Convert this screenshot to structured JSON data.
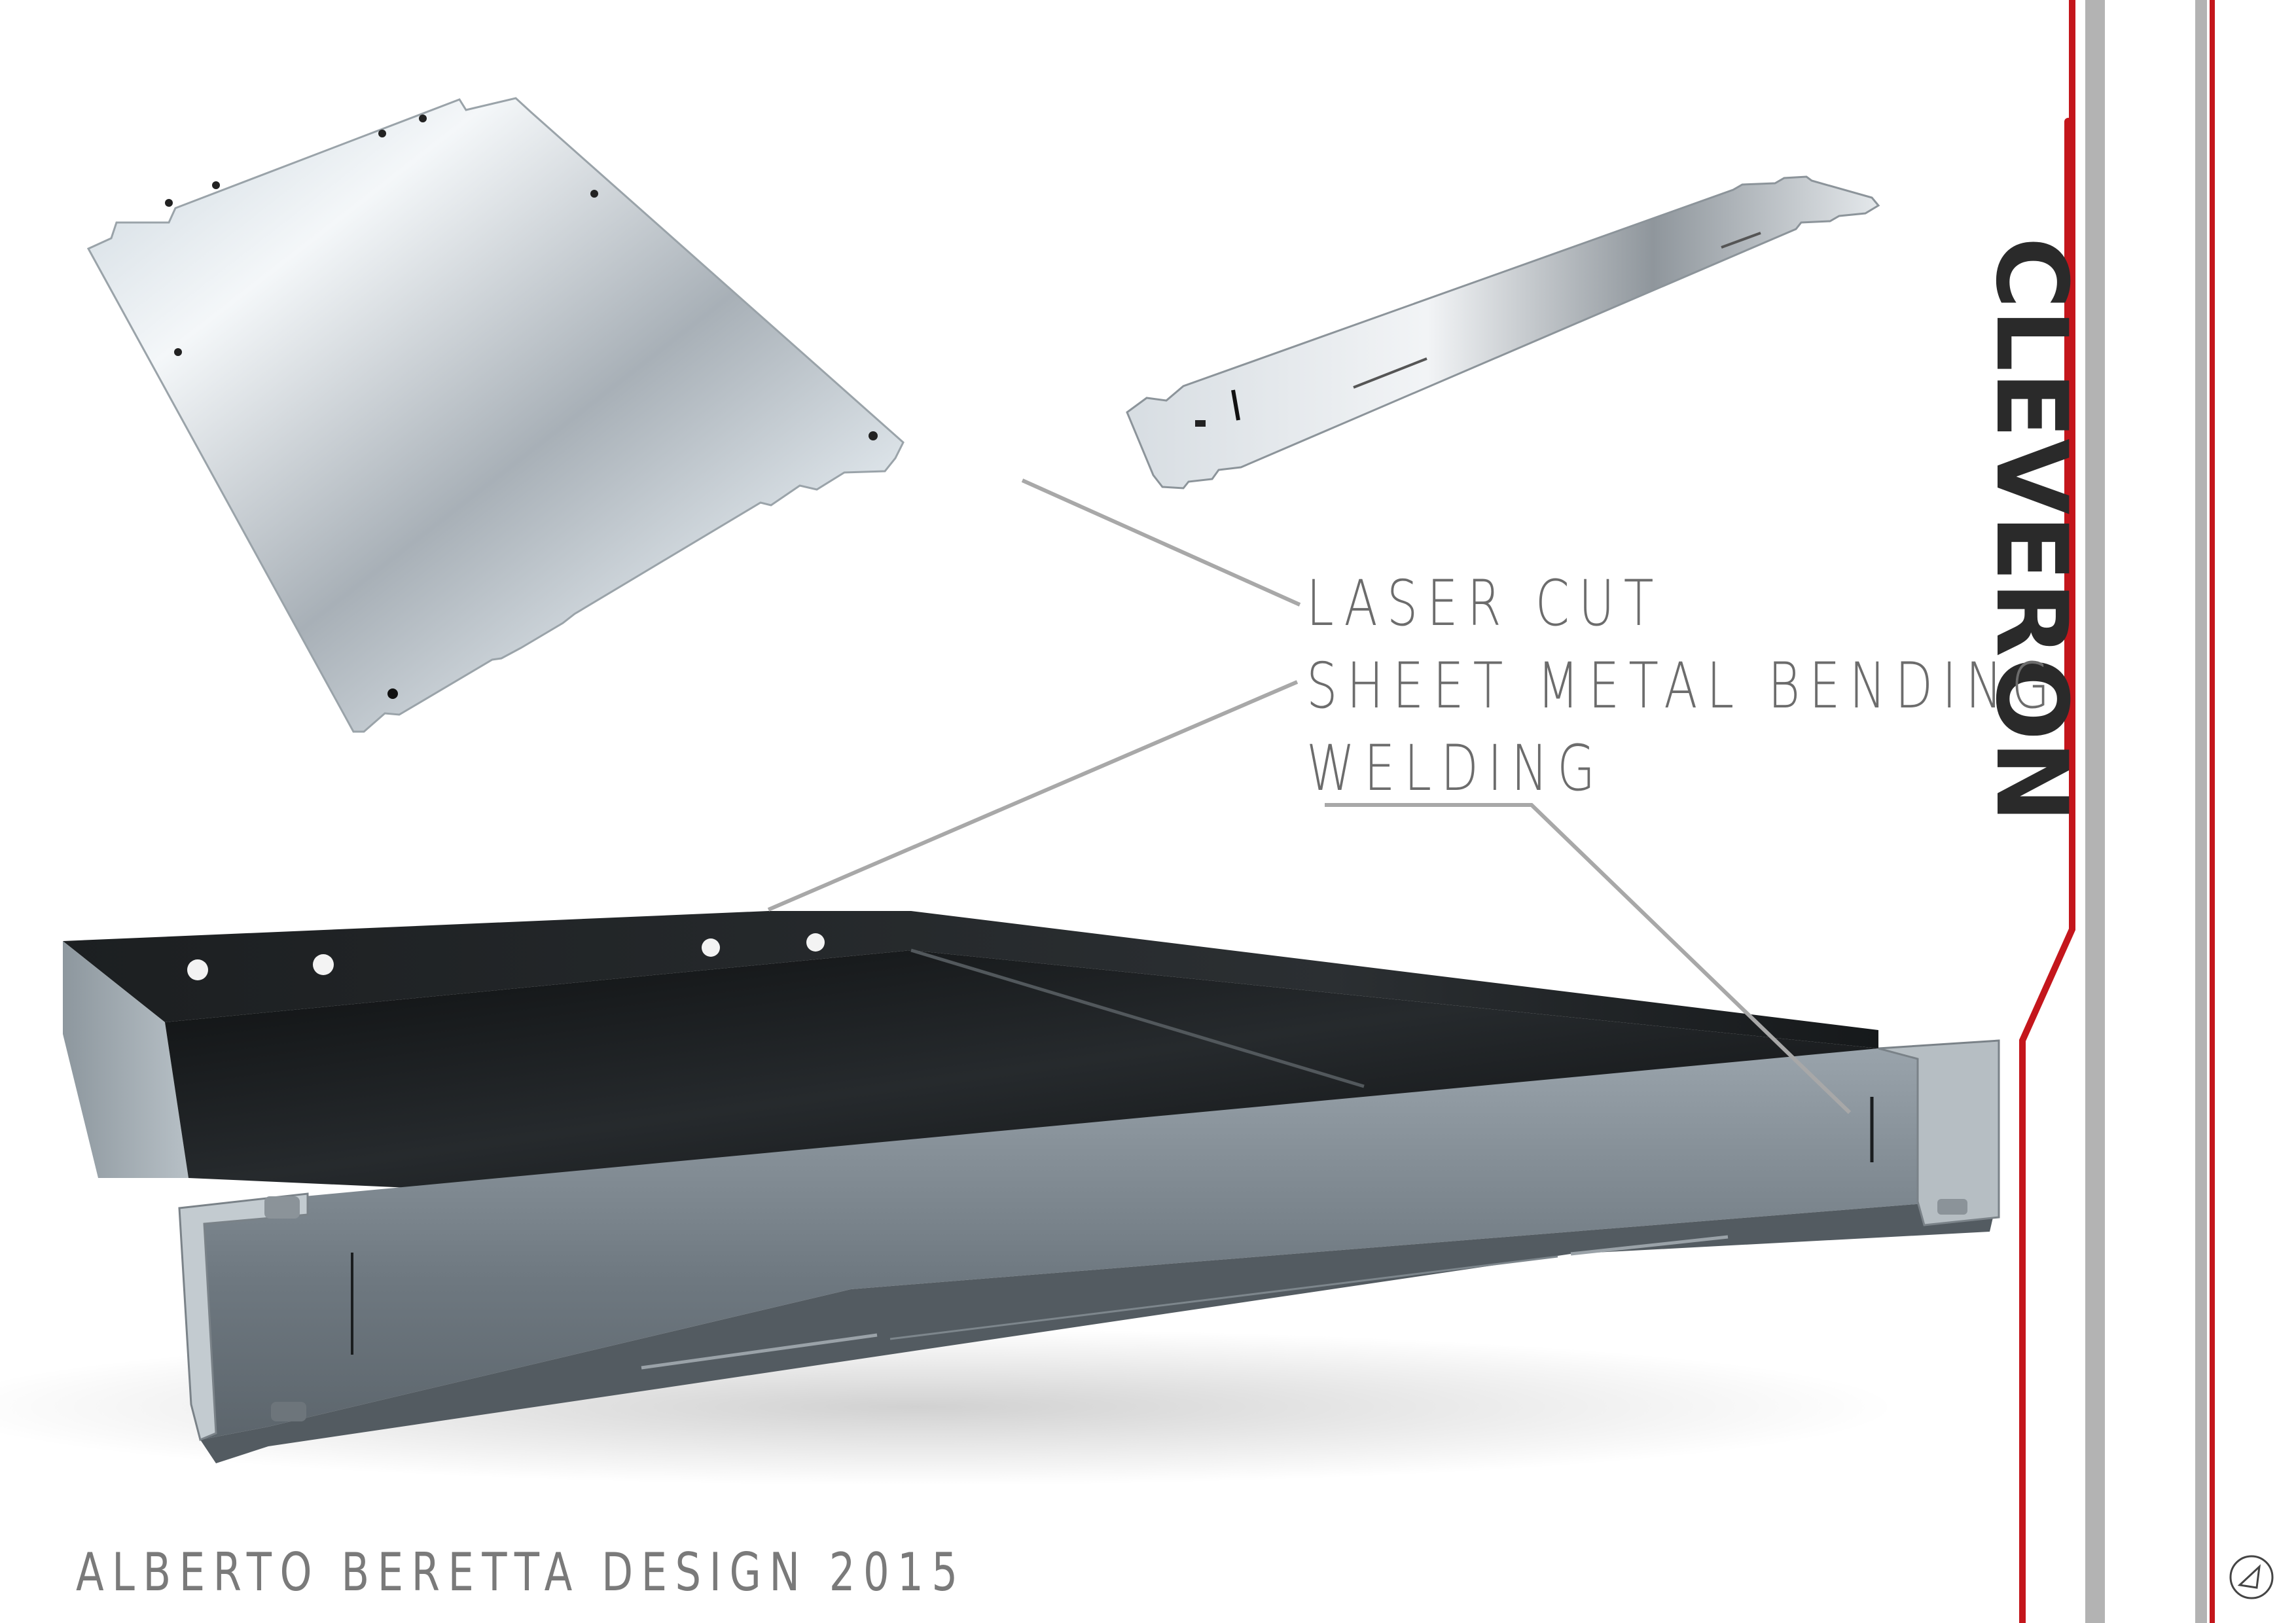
{
  "callouts": {
    "line1": "LASER CUT",
    "line2": "SHEET METAL BENDING",
    "line3": "WELDING"
  },
  "footer": {
    "credit": "ALBERTO BERETTA DESIGN 2015"
  },
  "brand": {
    "logo_text": "CLEVERON",
    "accent_color": "#c4161c",
    "stripe_color": "#b3b3b3"
  },
  "icons": {
    "studio_mark": "signature-logo-icon"
  }
}
